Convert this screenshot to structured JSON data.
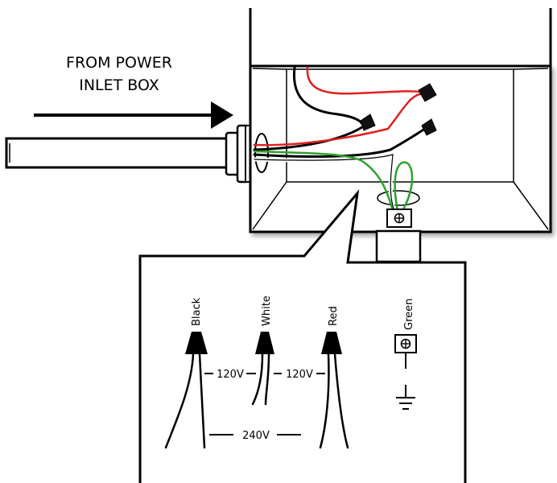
{
  "caption": {
    "line1": "FROM POWER",
    "line2": "INLET BOX"
  },
  "wires": [
    {
      "name": "Black",
      "color": "#000000"
    },
    {
      "name": "White",
      "color": "#ffffff"
    },
    {
      "name": "Red",
      "color": "#e02020"
    },
    {
      "name": "Green",
      "color": "#2ea02e"
    }
  ],
  "voltages": {
    "black_white": "120V",
    "white_red": "120V",
    "black_red": "240V"
  },
  "icons": [
    "wire-nut-icon",
    "ground-screw-icon",
    "ground-symbol-icon",
    "arrow-icon"
  ]
}
